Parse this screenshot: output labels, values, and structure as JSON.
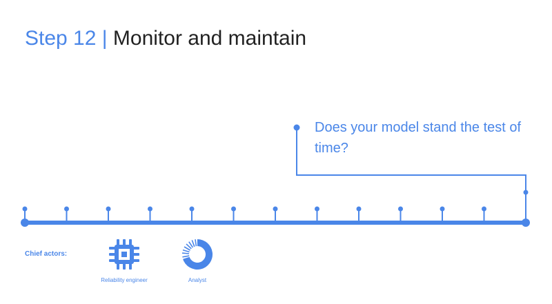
{
  "slide": {
    "title_step": "Step 12",
    "title_separator": "|",
    "title_main": "Monitor and maintain",
    "callout": "Does your model stand the test of time?",
    "chief_actors_label": "Chief actors:",
    "actors": [
      {
        "name": "Reliability engineer",
        "icon": "chip-icon"
      },
      {
        "name": "Analyst",
        "icon": "donut-chart-icon"
      }
    ],
    "timeline_steps": 13,
    "highlighted_step": 13,
    "accent_color": "#4a86e8",
    "text_color": "#222222"
  }
}
